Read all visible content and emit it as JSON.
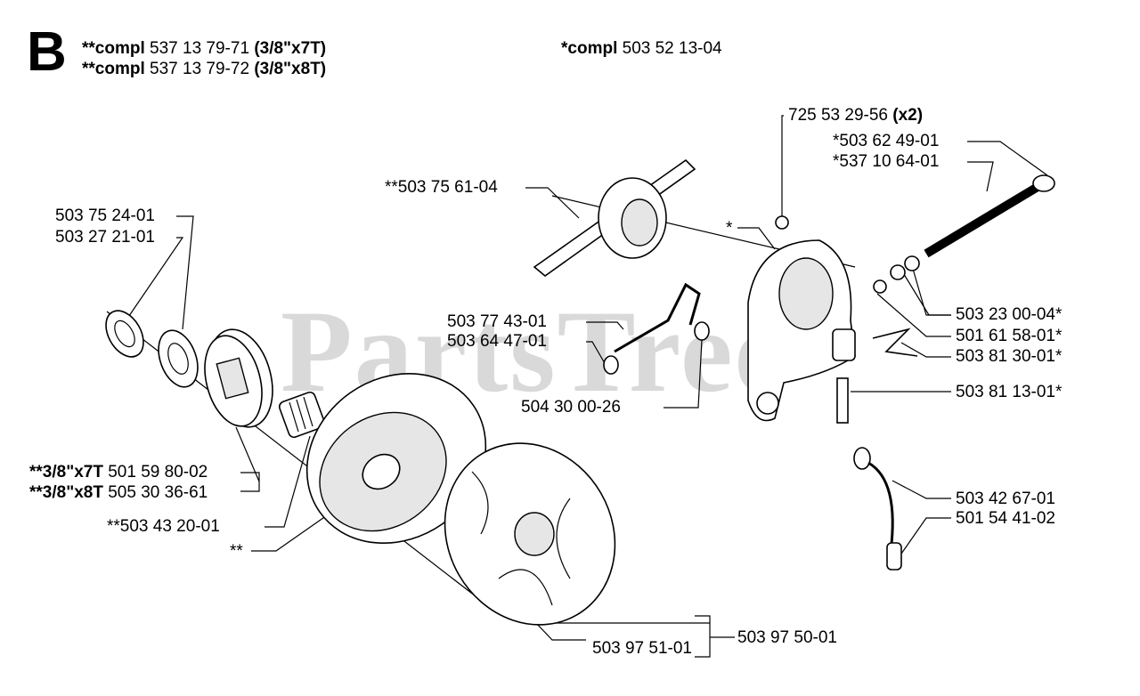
{
  "section_letter": "B",
  "header": {
    "line1": {
      "prefix": "**compl",
      "number": "537 13 79-71",
      "suffix": "(3/8\"x7T)"
    },
    "line2": {
      "prefix": "**compl",
      "number": "537 13 79-72",
      "suffix": "(3/8\"x8T)"
    },
    "line3": {
      "prefix": "*compl",
      "number": "503 52 13-04"
    }
  },
  "watermark": "PartsTree",
  "labels": {
    "p725532956": {
      "number": "725 53 29-56",
      "qty": "(x2)"
    },
    "p503624901": "*503 62 49-01",
    "p537106401": "*537 10 64-01",
    "p503756104": "**503 75 61-04",
    "p503752401": "503 75 24-01",
    "p503272101": "503 27 21-01",
    "star": "*",
    "p503230004": "503 23 00-04*",
    "p501615801": "501 61 58-01*",
    "p503813001": "503 81 30-01*",
    "p503774301": "503 77 43-01",
    "p503644701": "503 64 47-01",
    "p504300026": "504 30 00-26",
    "p503811301": "503 81 13-01*",
    "sprocket7": {
      "prefix": "**3/8\"x7T",
      "number": "501 59 80-02"
    },
    "sprocket8": {
      "prefix": "**3/8\"x8T",
      "number": "505 30 36-61"
    },
    "p503434201": "**503 43 20-01",
    "doublestar": "**",
    "p503426701": "503 42 67-01",
    "p501544102": "501 54 41-02",
    "p503975101": "503 97 51-01",
    "p503975001": "503 97 50-01"
  }
}
